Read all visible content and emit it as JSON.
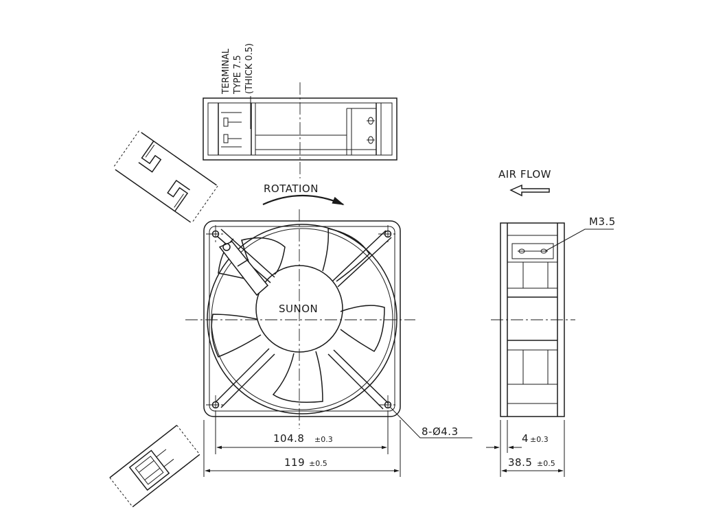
{
  "terminal_note": {
    "line1": "TERMINAL",
    "line2": "TYPE 7.5",
    "line3": "(THICK 0.5)"
  },
  "rotation_label": "ROTATION",
  "airflow_label": "AIR FLOW",
  "brand": "SUNON",
  "screw_label": "M3.5",
  "hole_label": "8-Ø4.3",
  "dimensions": {
    "hole_spacing": {
      "value": "104.8",
      "tol": "±0.3"
    },
    "overall_width": {
      "value": "119",
      "tol": "±0.5"
    },
    "flange": {
      "value": "4",
      "tol": "±0.3"
    },
    "depth": {
      "value": "38.5",
      "tol": "±0.5"
    }
  }
}
